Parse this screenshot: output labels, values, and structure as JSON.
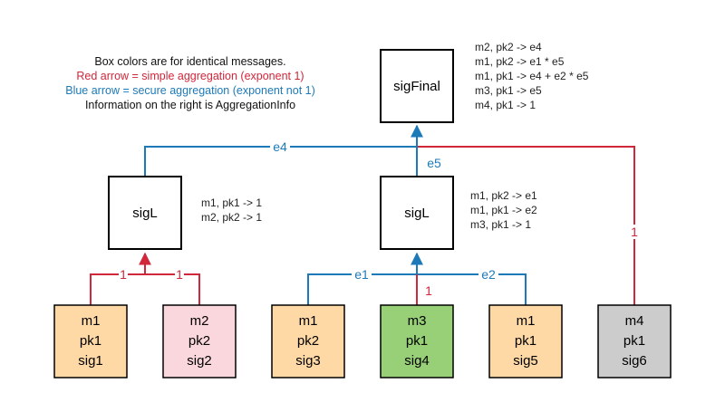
{
  "legend": {
    "line1": "Box colors are for identical messages.",
    "line2": "Red arrow = simple aggregation (exponent 1)",
    "line3": "Blue arrow = secure aggregation (exponent not 1)",
    "line4": "Information on the right is AggregationInfo"
  },
  "colors": {
    "red": "#d0273a",
    "blue": "#1d7ab8",
    "orange_box": "#fed9a6",
    "pink_box": "#fad7dc",
    "green_box": "#97d077",
    "gray_box": "#cccccc",
    "legend_red": "#d0273a",
    "legend_blue": "#1d7ab8"
  },
  "nodes": {
    "sigFinal": {
      "label": "sigFinal"
    },
    "sigL_left": {
      "label": "sigL"
    },
    "sigL_mid": {
      "label": "sigL"
    },
    "leaf1": {
      "lines": [
        "m1",
        "pk1",
        "sig1"
      ]
    },
    "leaf2": {
      "lines": [
        "m2",
        "pk2",
        "sig2"
      ]
    },
    "leaf3": {
      "lines": [
        "m1",
        "pk2",
        "sig3"
      ]
    },
    "leaf4": {
      "lines": [
        "m3",
        "pk1",
        "sig4"
      ]
    },
    "leaf5": {
      "lines": [
        "m1",
        "pk1",
        "sig5"
      ]
    },
    "leaf6": {
      "lines": [
        "m4",
        "pk1",
        "sig6"
      ]
    }
  },
  "edge_labels": {
    "e4": "e4",
    "e5": "e5",
    "e1": "e1",
    "e2": "e2",
    "one_left_a": "1",
    "one_left_b": "1",
    "one_mid": "1",
    "one_right": "1"
  },
  "aggregation_info": {
    "final": [
      "m2, pk2 -> e4",
      "m1, pk2 -> e1 * e5",
      "m1, pk1 -> e4 + e2 * e5",
      "m3, pk1 -> e5",
      "m4, pk1 -> 1"
    ],
    "left": [
      "m1, pk1 -> 1",
      "m2, pk2 -> 1"
    ],
    "mid": [
      "m1, pk2 -> e1",
      "m1, pk1 -> e2",
      "m3, pk1 -> 1"
    ]
  }
}
